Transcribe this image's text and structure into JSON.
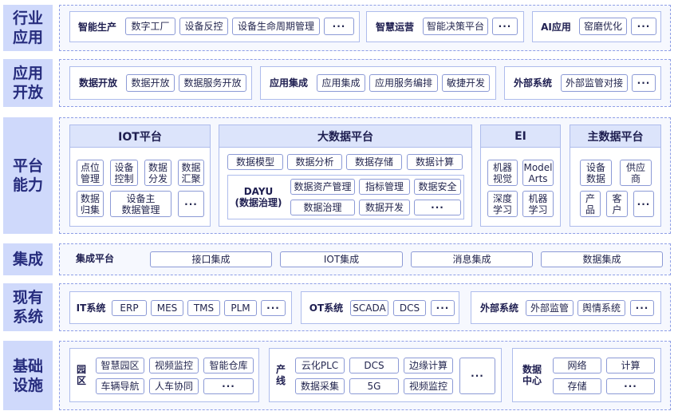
{
  "layers": {
    "industry": {
      "label": "行业\n应用",
      "groups": [
        {
          "title": "智能生产",
          "items": [
            "数字工厂",
            "设备反控",
            "设备生命周期管理",
            "···"
          ]
        },
        {
          "title": "智慧运营",
          "items": [
            "智能决策平台",
            "···"
          ]
        },
        {
          "title": "AI应用",
          "items": [
            "窑磨优化",
            "···"
          ]
        }
      ]
    },
    "open": {
      "label": "应用\n开放",
      "groups": [
        {
          "title": "数据开放",
          "items": [
            "数据开放",
            "数据服务开放"
          ]
        },
        {
          "title": "应用集成",
          "items": [
            "应用集成",
            "应用服务编排",
            "敏捷开发"
          ]
        },
        {
          "title": "外部系统",
          "items": [
            "外部监管对接",
            "···"
          ]
        }
      ]
    },
    "platform": {
      "label": "平台\n能力",
      "iot": {
        "title": "IOT平台",
        "items": [
          "点位\n管理",
          "设备\n控制",
          "数据\n分发",
          "数据\n汇聚",
          "数据\n归集",
          "设备主\n数据管理",
          "···"
        ]
      },
      "bigdata": {
        "title": "大数据平台",
        "items": [
          "数据模型",
          "数据分析",
          "数据存储",
          "数据计算"
        ],
        "dayu_title": "DAYU\n(数据治理)",
        "dayu_items": [
          "数据资产管理",
          "指标管理",
          "数据安全",
          "数据治理",
          "数据开发",
          "···"
        ]
      },
      "ei": {
        "title": "EI",
        "items": [
          "机器\n视觉",
          "Model\nArts",
          "深度\n学习",
          "机器\n学习"
        ]
      },
      "mdm": {
        "title": "主数据平台",
        "items": [
          "设备\n数据",
          "供应\n商",
          "产\n品",
          "客\n户",
          "···"
        ]
      }
    },
    "integration": {
      "label": "集成",
      "title": "集成平台",
      "items": [
        "接口集成",
        "IOT集成",
        "消息集成",
        "数据集成"
      ]
    },
    "existing": {
      "label": "现有\n系统",
      "groups": [
        {
          "title": "IT系统",
          "items": [
            "ERP",
            "MES",
            "TMS",
            "PLM",
            "···"
          ]
        },
        {
          "title": "OT系统",
          "items": [
            "SCADA",
            "DCS",
            "···"
          ]
        },
        {
          "title": "外部系统",
          "items": [
            "外部监管",
            "舆情系统",
            "···"
          ]
        }
      ]
    },
    "infra": {
      "label": "基础\n设施",
      "groups": [
        {
          "title": "园\n区",
          "items": [
            "智慧园区",
            "视频监控",
            "智能仓库",
            "车辆导航",
            "人车协同",
            "···"
          ]
        },
        {
          "title": "产\n线",
          "items": [
            "云化PLC",
            "DCS",
            "边缘计算",
            "数据采集",
            "5G",
            "视频监控",
            "···"
          ]
        },
        {
          "title": "数据\n中心",
          "items": [
            "网络",
            "计算",
            "存储",
            "···"
          ]
        }
      ]
    }
  }
}
